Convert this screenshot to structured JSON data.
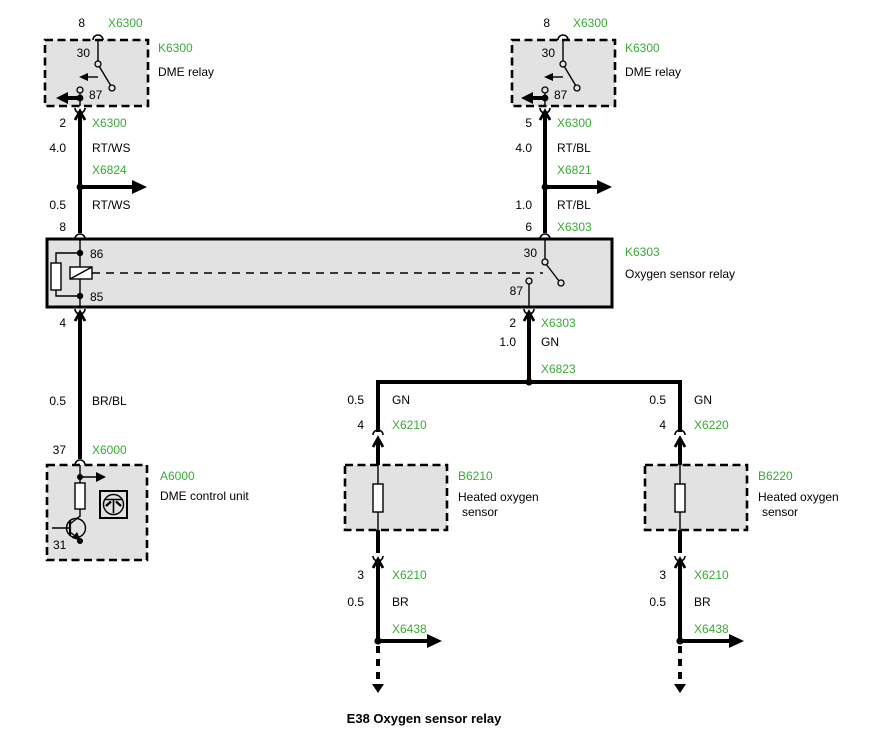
{
  "title": "E38 Oxygen sensor relay",
  "colors": {
    "accent_green": "#3aaa35",
    "box_fill": "#e2e2e2",
    "line": "#000000"
  },
  "left_branch": {
    "pin8_top": "8",
    "conn_top": "X6300",
    "relay_id": "K6300",
    "relay_name": "DME relay",
    "pin30": "30",
    "pin87": "87",
    "pin2": "2",
    "conn_out": "X6300",
    "wire1_size": "4.0",
    "wire1_color": "RT/WS",
    "junction": "X6824",
    "wire2_size": "0.5",
    "wire2_color": "RT/WS",
    "pin8_in": "8"
  },
  "right_branch": {
    "pin8_top": "8",
    "conn_top": "X6300",
    "relay_id": "K6300",
    "relay_name": "DME relay",
    "pin30": "30",
    "pin87": "87",
    "pin5": "5",
    "conn_out": "X6300",
    "wire1_size": "4.0",
    "wire1_color": "RT/BL",
    "junction": "X6821",
    "wire2_size": "1.0",
    "wire2_color": "RT/BL",
    "pin6": "6",
    "conn_in": "X6303"
  },
  "k6303": {
    "id": "K6303",
    "name": "Oxygen sensor relay",
    "pin86": "86",
    "pin85": "85",
    "pin30": "30",
    "pin87": "87",
    "pin4": "4",
    "pin2": "2",
    "conn_out": "X6303",
    "wire_size": "1.0",
    "wire_color": "GN",
    "junction": "X6823"
  },
  "a6000_branch": {
    "wire_size": "0.5",
    "wire_color": "BR/BL",
    "pin37": "37",
    "conn": "X6000",
    "id": "A6000",
    "name": "DME control unit",
    "pin31": "31"
  },
  "b6210": {
    "wire_top_size": "0.5",
    "wire_top_color": "GN",
    "pin4": "4",
    "conn_top": "X6210",
    "id": "B6210",
    "name_line1": "Heated oxygen",
    "name_line2": "sensor",
    "pin3": "3",
    "conn_bottom": "X6210",
    "wire_bottom_size": "0.5",
    "wire_bottom_color": "BR",
    "junction": "X6438"
  },
  "b6220": {
    "wire_top_size": "0.5",
    "wire_top_color": "GN",
    "pin4": "4",
    "conn_top": "X6220",
    "id": "B6220",
    "name_line1": "Heated oxygen",
    "name_line2": "sensor",
    "pin3": "3",
    "conn_bottom": "X6210",
    "wire_bottom_size": "0.5",
    "wire_bottom_color": "BR",
    "junction": "X6438"
  }
}
